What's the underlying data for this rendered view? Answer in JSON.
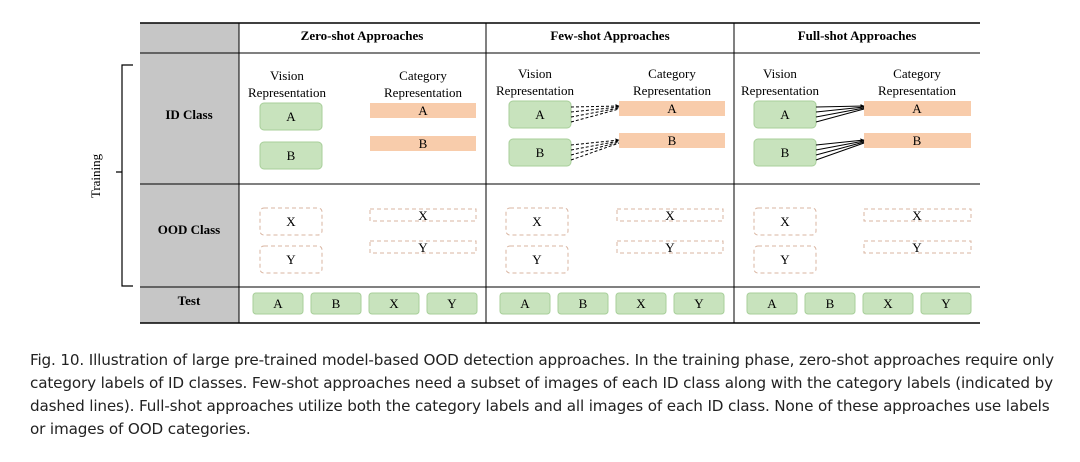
{
  "figure": {
    "side_label": "Training",
    "column_headers": [
      "Zero-shot Approaches",
      "Few-shot Approaches",
      "Full-shot Approaches"
    ],
    "row_labels": {
      "id_class": "ID Class",
      "ood_class": "OOD Class",
      "test": "Test"
    },
    "subheaders": {
      "vision": [
        "Vision",
        "Representation"
      ],
      "category": [
        "Category",
        "Representation"
      ]
    },
    "id_items": [
      "A",
      "B"
    ],
    "ood_items": [
      "X",
      "Y"
    ],
    "test_items": [
      "A",
      "B",
      "X",
      "Y"
    ],
    "colors": {
      "row_header_fill": "#c6c6c6",
      "vision_box_fill": "#c8e3bd",
      "vision_box_stroke": "#a8cf9a",
      "category_box_fill": "#f8ccab",
      "ood_box_stroke": "#d9b4a0",
      "rule": "#000000"
    }
  },
  "caption": "Fig. 10.  Illustration of large pre-trained model-based OOD detection approaches. In the training phase, zero-shot approaches require only category labels of ID classes. Few-shot approaches need a subset of images of each ID class along with the category labels (indicated by dashed lines). Full-shot approaches utilize both the category labels and all images of each ID class. None of these approaches use labels or images of OOD categories."
}
